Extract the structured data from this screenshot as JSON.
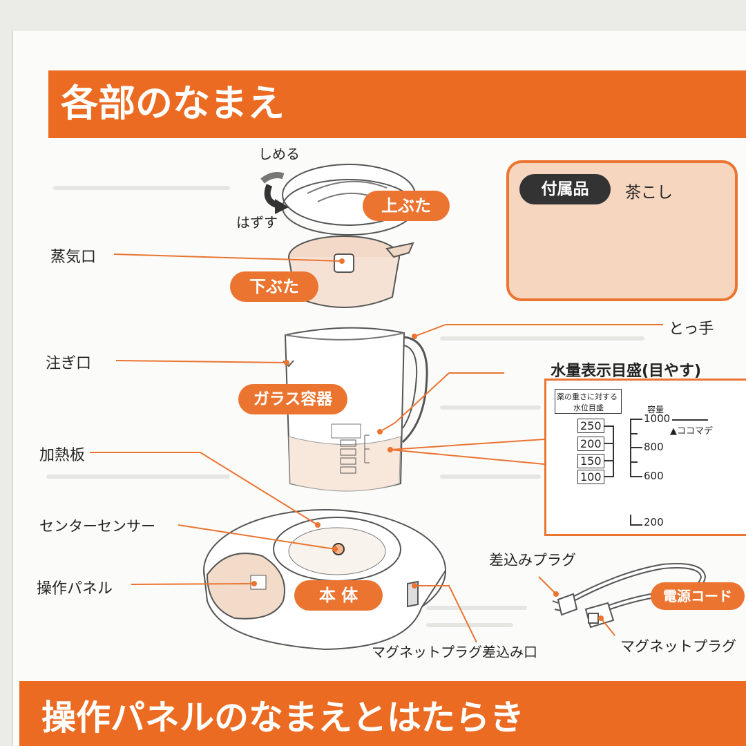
{
  "headings": {
    "parts_title": "各部のなまえ",
    "panel_title": "操作パネルのなまえとはたらき"
  },
  "lid": {
    "close_label": "しめる",
    "remove_label": "はずす",
    "upper_lid": "上ぶた",
    "lower_lid": "下ぶた",
    "steam_vent": "蒸気口"
  },
  "vessel": {
    "handle": "とっ手",
    "spout": "注ぎ口",
    "glass_container": "ガラス容器",
    "water_scale": "水量表示目盛(目やす)"
  },
  "base": {
    "heating_plate": "加熱板",
    "center_sensor": "センターセンサー",
    "control_panel": "操作パネル",
    "body": "本 体",
    "magnet_plug_socket": "マグネットプラグ差込み口"
  },
  "accessory": {
    "tag": "付属品",
    "name": "茶こし"
  },
  "cord": {
    "plug": "差込みプラグ",
    "power_cord": "電源コード",
    "magnet_plug": "マグネットプラグ"
  },
  "scale": {
    "herb_weight_title_1": "薬の重さに対する",
    "herb_weight_title_2": "水位目盛",
    "capacity_title": "容量",
    "weights": [
      "250",
      "200",
      "150",
      "100"
    ],
    "cap_1000": "1000",
    "cap_800": "800",
    "cap_600": "600",
    "cap_200": "200",
    "fill_mark": "▲ココマデ"
  },
  "colors": {
    "accent": "#ec6b22",
    "accent_light": "#f7d6c0",
    "text": "#222222",
    "tag_dark": "#333333"
  }
}
